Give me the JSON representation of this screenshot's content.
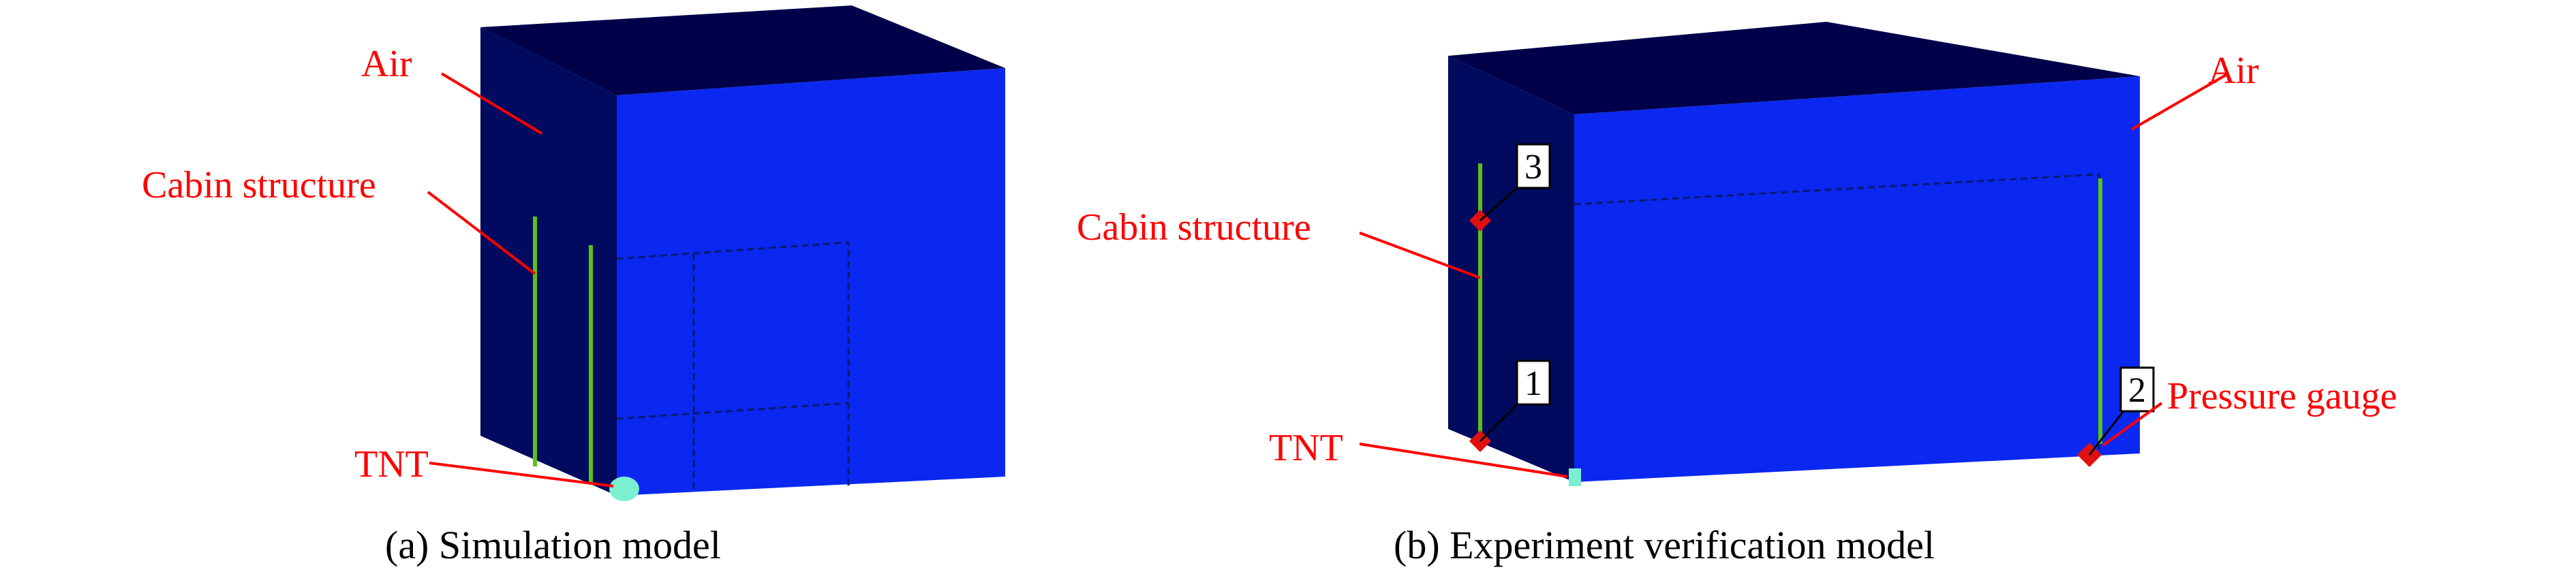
{
  "panels": [
    {
      "id": "a",
      "caption": "(a) Simulation model",
      "labels": {
        "air": "Air",
        "cabin": "Cabin structure",
        "tnt": "TNT"
      }
    },
    {
      "id": "b",
      "caption": "(b) Experiment verification model",
      "labels": {
        "air": "Air",
        "cabin": "Cabin structure",
        "tnt": "TNT",
        "gauge": "Pressure gauge"
      },
      "gauges": [
        "1",
        "2",
        "3"
      ]
    }
  ],
  "colors": {
    "top_face": "#00004a",
    "side_face": "#000a5e",
    "front_face": "#0a28f0",
    "label_red": "#ff0000",
    "structure_green": "#58c21a",
    "tnt_cyan": "#7af0d0",
    "gauge_red": "#e01010"
  }
}
